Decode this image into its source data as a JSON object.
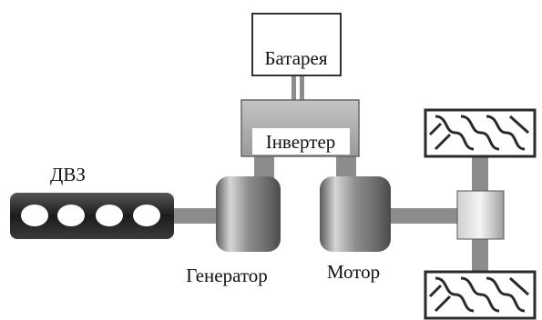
{
  "labels": {
    "battery": "Батарея",
    "inverter": "Інвертер",
    "engine": "ДВЗ",
    "generator": "Генератор",
    "motor": "Мотор"
  },
  "components": [
    {
      "id": "battery",
      "icon": "battery-box"
    },
    {
      "id": "inverter",
      "icon": "inverter-box"
    },
    {
      "id": "engine",
      "icon": "engine-block-icon",
      "cylinders": 4
    },
    {
      "id": "generator",
      "icon": "generator-drum-icon"
    },
    {
      "id": "motor",
      "icon": "motor-drum-icon"
    },
    {
      "id": "axle",
      "icon": "differential-icon"
    },
    {
      "id": "wheel-top",
      "icon": "tire-tread-icon"
    },
    {
      "id": "wheel-bottom",
      "icon": "tire-tread-icon"
    }
  ],
  "colors": {
    "shaft": "#8c8c8c",
    "block_dark": "#2a2a2a",
    "box_border": "#333333"
  }
}
